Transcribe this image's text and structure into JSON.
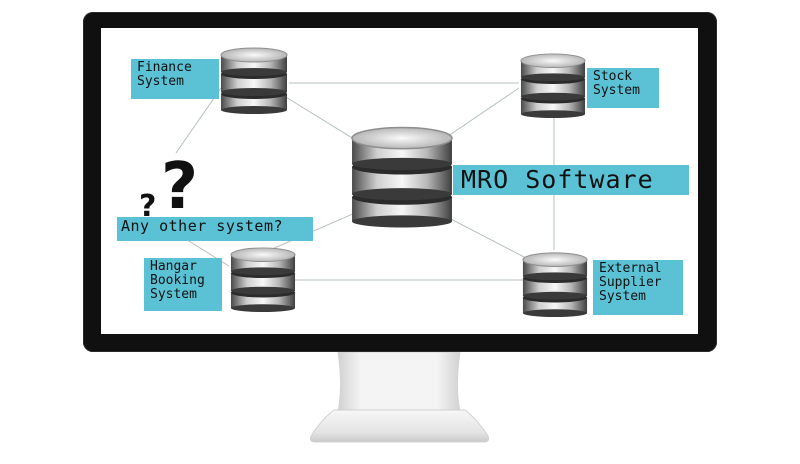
{
  "diagram": {
    "center_label": "MRO Software",
    "systems": {
      "finance": "Finance\nSystem",
      "stock": "Stock\nSystem",
      "hangar": "Hangar\nBooking\nSystem",
      "external": "External\nSupplier\nSystem"
    },
    "question": "Any other system?"
  },
  "colors": {
    "label_bg": "#5bc2d5",
    "monitor_frame": "#101010",
    "line": "#b5c0c2"
  },
  "icons": {
    "database": "database-icon",
    "question": "question-mark-icon"
  }
}
